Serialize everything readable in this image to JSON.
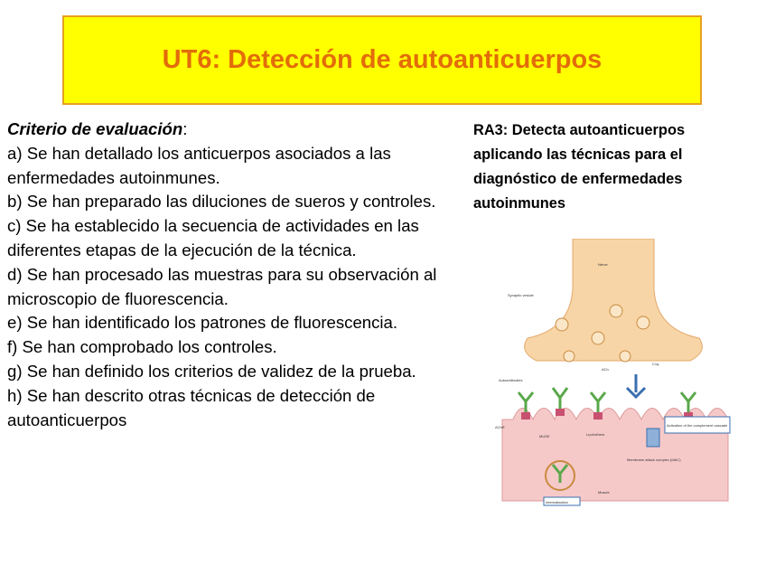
{
  "title": "UT6: Detección de autoanticuerpos",
  "criteria": {
    "heading": "Criterio de evaluación",
    "heading_suffix": ":",
    "items": [
      "a) Se han detallado los anticuerpos asociados a las enfermedades autoinmunes.",
      "b) Se han preparado las diluciones de sueros y controles.",
      "c) Se ha establecido la secuencia de actividades en las diferentes etapas de la ejecución de la técnica.",
      "d) Se han procesado las muestras para su observación al microscopio de fluorescencia.",
      "e) Se han identificado los patrones de fluorescencia.",
      "f) Se han comprobado los controles.",
      "g) Se han definido los criterios de validez de la prueba.",
      "h) Se han descrito otras técnicas de detección de autoanticuerpos"
    ]
  },
  "ra3": "RA3: Detecta autoanticuerpos aplicando las técnicas para el diagnóstico de enfermedades autoinmunes",
  "diagram": {
    "labels": {
      "nerve": "Nerve",
      "synaptic_vesicle": "Synaptic vesicle",
      "ach": "ACh",
      "autoantibodies": "Autoantibodies",
      "achr": "AChR",
      "c1q": "C1q",
      "musk": "MUSK",
      "lrp4": "Lrp4/others",
      "activation": "Activation of the complement cascade",
      "mac": "Membrane attack complex (MAC)",
      "internalization": "Internalization",
      "muscle": "Muscle"
    },
    "colors": {
      "nerve": "#f7d5a6",
      "muscle": "#f6c9c9",
      "antibody": "#5aa84a",
      "receptor": "#c85070",
      "complement": "#3a6fb0"
    }
  }
}
